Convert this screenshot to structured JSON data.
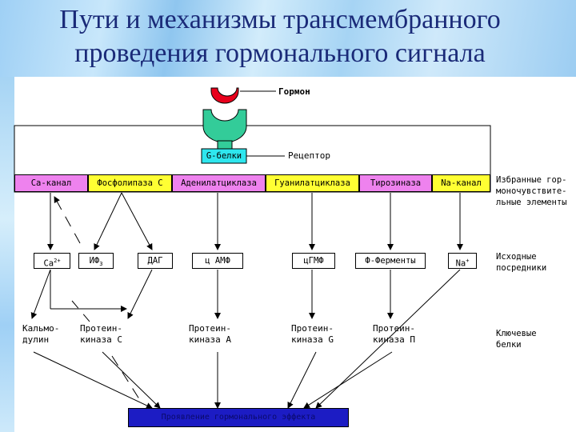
{
  "title": {
    "line1": "Пути и механизмы трансмембранного",
    "line2": "проведения гормонального сигнала"
  },
  "hormone_label": "Гормон",
  "receptor_label": "Рецептор",
  "g_proteins_label": "G-белки",
  "elements": [
    {
      "label": "Са-канал",
      "color": "#ee82ee"
    },
    {
      "label": "Фосфолипаза С",
      "color": "#ffff33"
    },
    {
      "label": "Аденилатциклаза",
      "color": "#ee82ee"
    },
    {
      "label": "Гуанилатциклаза",
      "color": "#ffff33"
    },
    {
      "label": "Тирозиназа",
      "color": "#ee82ee"
    },
    {
      "label": "Na-канал",
      "color": "#ffff33"
    }
  ],
  "mediators": [
    {
      "label": "Ca",
      "sup": "2+"
    },
    {
      "label": "ИФ",
      "sub": "3"
    },
    {
      "label": "ДАГ"
    },
    {
      "label": "ц АМФ"
    },
    {
      "label": "цГМФ"
    },
    {
      "label": "Ф-Ферменты"
    },
    {
      "label": "Na",
      "sup": "+"
    }
  ],
  "key_proteins": [
    {
      "line1": "Кальмо-",
      "line2": "дулин"
    },
    {
      "line1": "Протеин-",
      "line2": "киназа С"
    },
    {
      "line1": "Протеин-",
      "line2": "киназа А"
    },
    {
      "line1": "Протеин-",
      "line2": "киназа G"
    },
    {
      "line1": "Протеин-",
      "line2": "киназа П"
    }
  ],
  "side_labels": {
    "elements": {
      "line1": "Избранные гор-",
      "line2": "моночувствите-",
      "line3": "льные элементы"
    },
    "mediators": {
      "line1": "Исходные",
      "line2": "посредники"
    },
    "proteins": {
      "line1": "Ключевые",
      "line2": "белки"
    }
  },
  "effect_label": "Проявление гормонального эффекта",
  "colors": {
    "hormone": "#e8001c",
    "receptor": "#33cc99",
    "g_proteins": "#2ee6ee",
    "effect_box": "#1c1cc4",
    "title": "#1a2a78"
  }
}
